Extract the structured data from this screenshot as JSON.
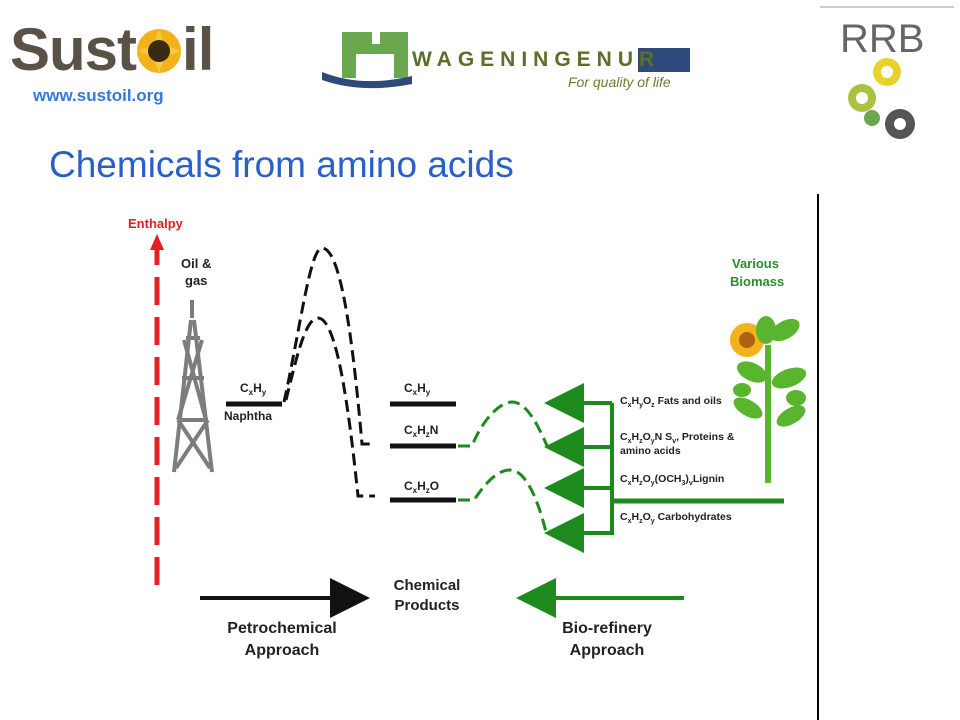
{
  "header": {
    "logo_left": {
      "text_prefix": "Sust",
      "text_suffix": "il",
      "icon": "sunflower-icon",
      "color": "#5a5147"
    },
    "url": "www.sustoil.org",
    "logo_center": {
      "word": "WAGENINGENUR",
      "tagline": "For quality of life",
      "color": "#5b6f2a"
    },
    "logo_right": {
      "text": "RRB",
      "icon": "gear-cogs-icon"
    }
  },
  "title": "Chemicals from amino acids",
  "diagram": {
    "enthalpy_label": "Enthalpy",
    "oil_gas_label": [
      "Oil &",
      "gas"
    ],
    "various_biomass_label": [
      "Various",
      "Biomass"
    ],
    "naphtha_formula": {
      "base": "C",
      "s1": "x",
      "mid": "H",
      "s2": "y"
    },
    "naphtha_label": "Naphtha",
    "product_levels": [
      {
        "parts": [
          [
            "C",
            ""
          ],
          [
            "x",
            "sub"
          ],
          [
            "H",
            ""
          ],
          [
            "y",
            "sub"
          ]
        ]
      },
      {
        "parts": [
          [
            "C",
            ""
          ],
          [
            "x",
            "sub"
          ],
          [
            "H",
            ""
          ],
          [
            "z",
            "sub"
          ],
          [
            "N",
            ""
          ]
        ]
      },
      {
        "parts": [
          [
            "C",
            ""
          ],
          [
            "x",
            "sub"
          ],
          [
            "H",
            ""
          ],
          [
            "z",
            "sub"
          ],
          [
            "O",
            ""
          ]
        ]
      }
    ],
    "biomass_inputs": [
      {
        "line1": [
          [
            "C",
            ""
          ],
          [
            "x",
            "sub"
          ],
          [
            "H",
            ""
          ],
          [
            "y",
            "sub"
          ],
          [
            "O",
            ""
          ],
          [
            "z",
            "sub"
          ],
          [
            " Fats and oils",
            ""
          ]
        ]
      },
      {
        "line1": [
          [
            "C",
            ""
          ],
          [
            "x",
            "sub"
          ],
          [
            "H",
            ""
          ],
          [
            "z",
            "sub"
          ],
          [
            "O",
            ""
          ],
          [
            "y",
            "sub"
          ],
          [
            "N S",
            ""
          ],
          [
            "v",
            "sub"
          ],
          [
            ", Proteins &",
            ""
          ]
        ],
        "line2": "amino acids"
      },
      {
        "line1": [
          [
            "C",
            ""
          ],
          [
            "x",
            "sub"
          ],
          [
            "H",
            ""
          ],
          [
            "z",
            "sub"
          ],
          [
            "O",
            ""
          ],
          [
            "y",
            "sub"
          ],
          [
            "(OCH",
            ""
          ],
          [
            "3",
            "sub"
          ],
          [
            ")",
            ""
          ],
          [
            "v",
            "sub"
          ],
          [
            "Lignin",
            ""
          ]
        ]
      },
      {
        "line1": [
          [
            "C",
            ""
          ],
          [
            "x",
            "sub"
          ],
          [
            "H",
            ""
          ],
          [
            "z",
            "sub"
          ],
          [
            "O",
            ""
          ],
          [
            "y",
            "sub"
          ],
          [
            " Carbohydrates",
            ""
          ]
        ]
      }
    ],
    "chemical_products_label": [
      "Chemical",
      "Products"
    ],
    "petrochemical_label": [
      "Petrochemical",
      "Approach"
    ],
    "biorefinery_label": [
      "Bio-refinery",
      "Approach"
    ],
    "colors": {
      "enthalpy": "#e31e24",
      "petro": "#111111",
      "bio": "#1e8a1e",
      "derrick": "#7d7d7d"
    }
  }
}
